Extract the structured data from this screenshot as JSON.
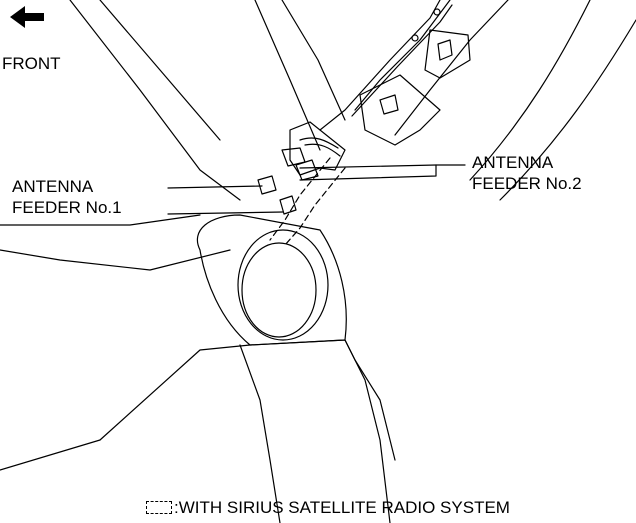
{
  "direction": {
    "label": "FRONT",
    "arrow_icon": "left-arrow-icon"
  },
  "callouts": {
    "feeder_1": {
      "line1": "ANTENNA",
      "line2": "FEEDER No.1"
    },
    "feeder_2": {
      "line1": "ANTENNA",
      "line2": "FEEDER No.2"
    }
  },
  "legend": {
    "symbol": "dashed-box-icon",
    "text": ":WITH SIRIUS SATELLITE RADIO SYSTEM"
  }
}
